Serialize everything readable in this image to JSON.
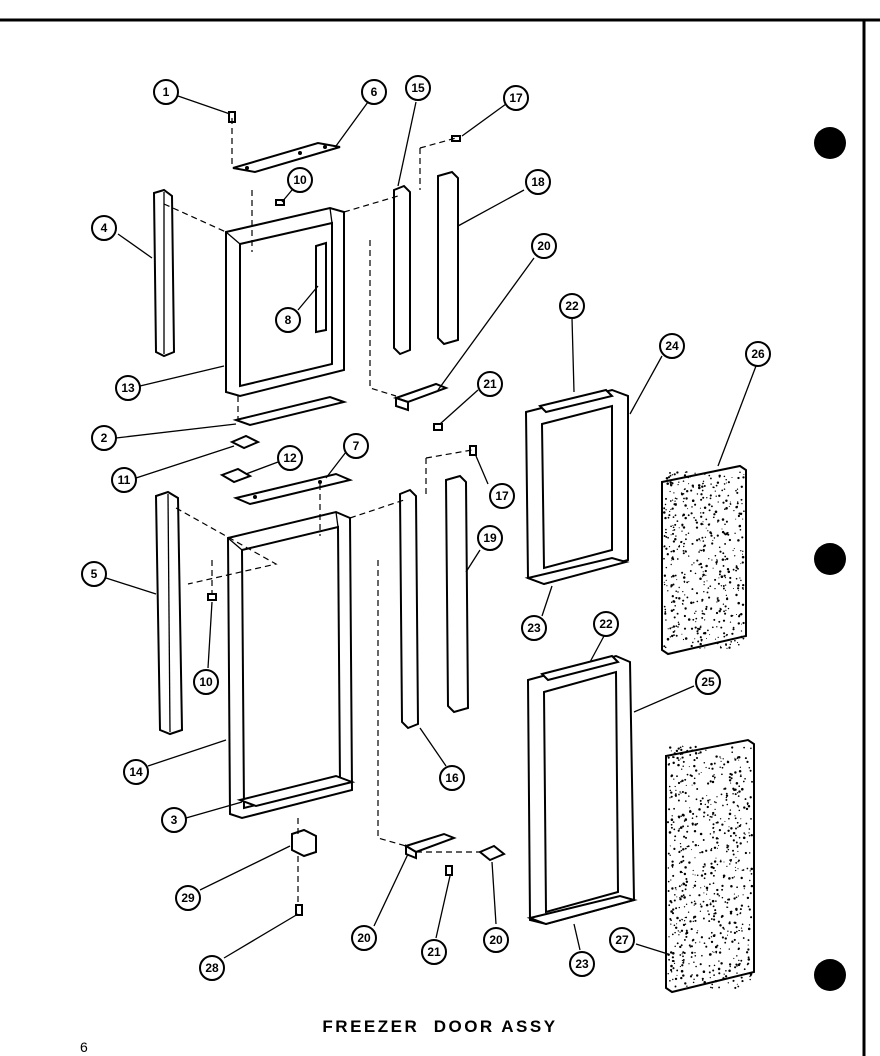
{
  "title": "FREEZER  DOOR ASSY",
  "page_number": "6",
  "callouts": {
    "c1": "1",
    "c6": "6",
    "c15": "15",
    "c17a": "17",
    "c18": "18",
    "c10a": "10",
    "c4": "4",
    "c8": "8",
    "c20a": "20",
    "c13": "13",
    "c21a": "21",
    "c22a": "22",
    "c24": "24",
    "c26": "26",
    "c2": "2",
    "c11": "11",
    "c12": "12",
    "c7": "7",
    "c17b": "17",
    "c19": "19",
    "c5": "5",
    "c10b": "10",
    "c23a": "23",
    "c22b": "22",
    "c25": "25",
    "c14": "14",
    "c16": "16",
    "c3": "3",
    "c29": "29",
    "c20b": "20",
    "c21b": "21",
    "c20c": "20",
    "c23b": "23",
    "c27": "27",
    "c28": "28"
  }
}
